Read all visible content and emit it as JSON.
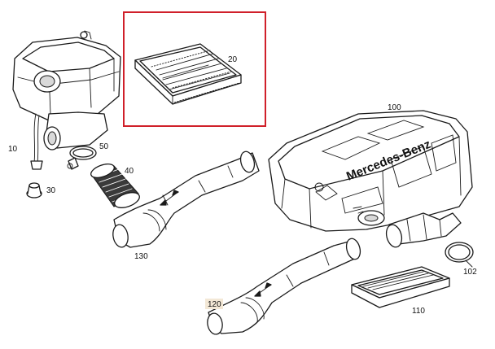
{
  "labels": {
    "p10": "10",
    "p20": "20",
    "p30": "30",
    "p40": "40",
    "p50": "50",
    "p100": "100",
    "p102": "102",
    "p110": "110",
    "p120": "120",
    "p130": "130"
  },
  "brand_text": "Mercedes-Benz",
  "colors": {
    "highlight_frame": "#d0202a",
    "line": "#1a1a1a",
    "label_badge": "#f3e8d6"
  },
  "highlighted_part": "20"
}
